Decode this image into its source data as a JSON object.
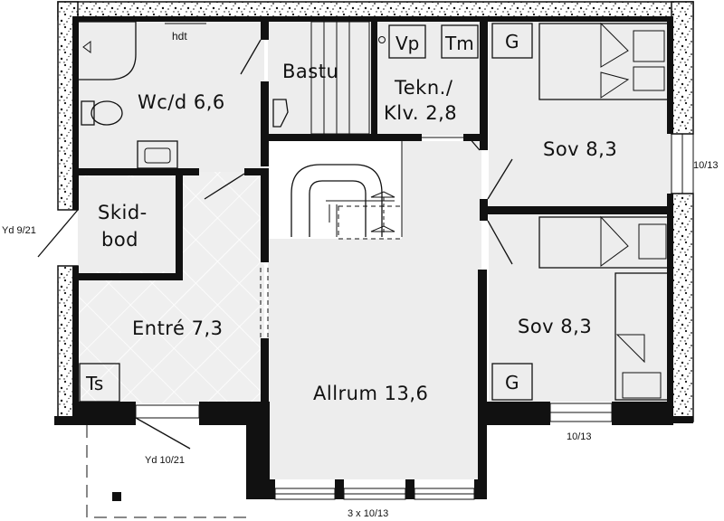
{
  "rooms": {
    "wc": "Wc/d 6,6",
    "bastu": "Bastu",
    "tekn_line1": "Tekn./",
    "tekn_line2": "Klv. 2,8",
    "sov_top": "Sov 8,3",
    "sov_bottom": "Sov 8,3",
    "skid_line1": "Skid-",
    "skid_line2": "bod",
    "entre": "Entré 7,3",
    "allrum": "Allrum 13,6"
  },
  "fixtures": {
    "hdt": "hdt",
    "vp": "Vp",
    "tm": "Tm",
    "g_top": "G",
    "g_bottom": "G",
    "ts": "Ts"
  },
  "dimensions": {
    "yd_left": "Yd 9/21",
    "yd_bottom": "Yd 10/21",
    "window_right_top": "10/13",
    "window_right_bottom": "10/13",
    "window_allrum": "3 x 10/13"
  },
  "colors": {
    "wall": "#111111",
    "floor": "#ededed",
    "insulation": "#ffffff"
  }
}
